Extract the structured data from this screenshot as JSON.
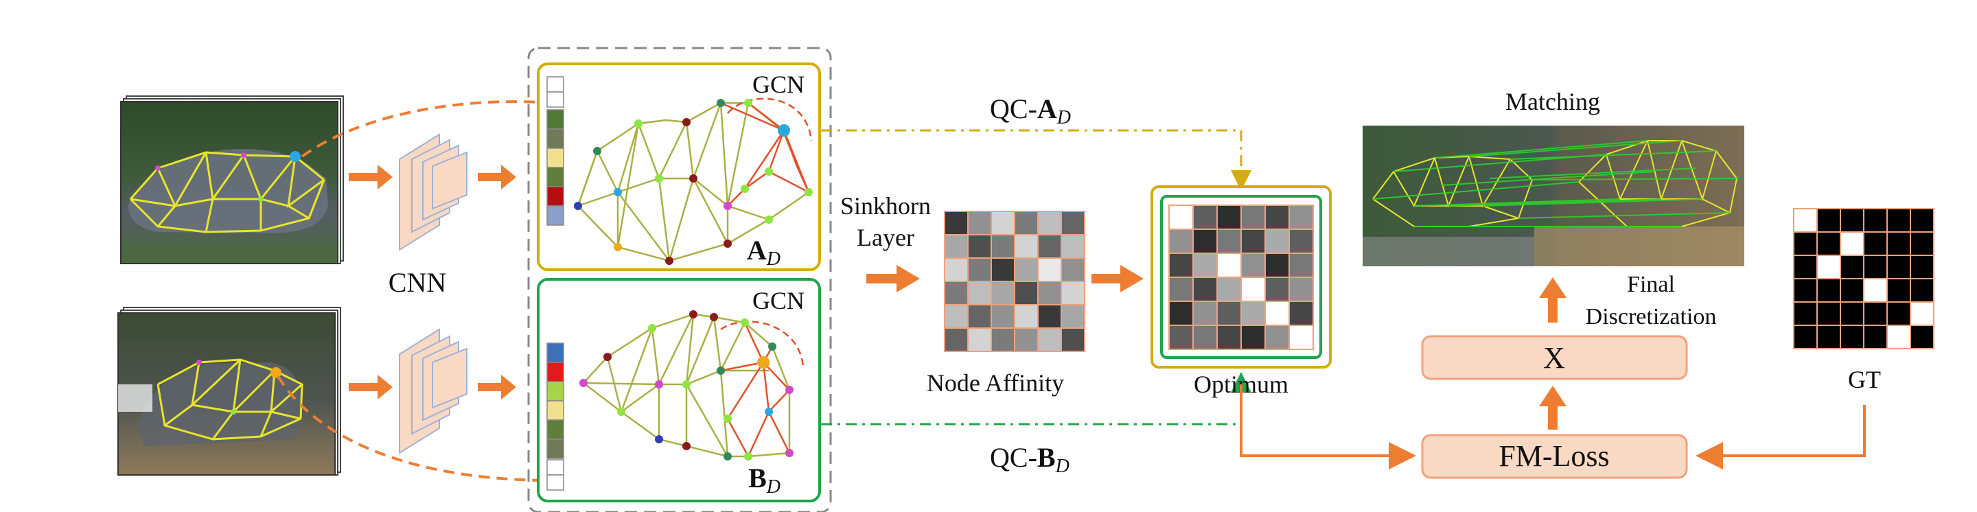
{
  "labels": {
    "cnn": "CNN",
    "gcn_top": "GCN",
    "gcn_bottom": "GCN",
    "graph_a_main": "A",
    "graph_a_sub": "D",
    "graph_b_main": "B",
    "graph_b_sub": "D",
    "qc_a_prefix": "QC-",
    "qc_a_bold": "A",
    "qc_a_sub": "D",
    "qc_b_prefix": "QC-",
    "qc_b_bold": "B",
    "qc_b_sub": "D",
    "sinkhorn_line1": "Sinkhorn",
    "sinkhorn_line2": "Layer",
    "node_affinity": "Node Affinity",
    "optimum": "Optimum",
    "matching": "Matching",
    "final_line1": "Final",
    "final_line2": "Discretization",
    "x_box": "X",
    "fm_loss": "FM-Loss",
    "gt": "GT"
  },
  "colors": {
    "orange": "#ED7D31",
    "gold_border": "#D4AC0D",
    "green_border": "#1FA54A",
    "box_fill": "#F9D9C4",
    "box_stroke": "#F0A27A",
    "edge_olive": "#A9B044",
    "edge_red": "#E0502A",
    "node_blue": "#29A8E0",
    "node_orange": "#F2A81D",
    "dashed_gray": "#888888"
  }
}
